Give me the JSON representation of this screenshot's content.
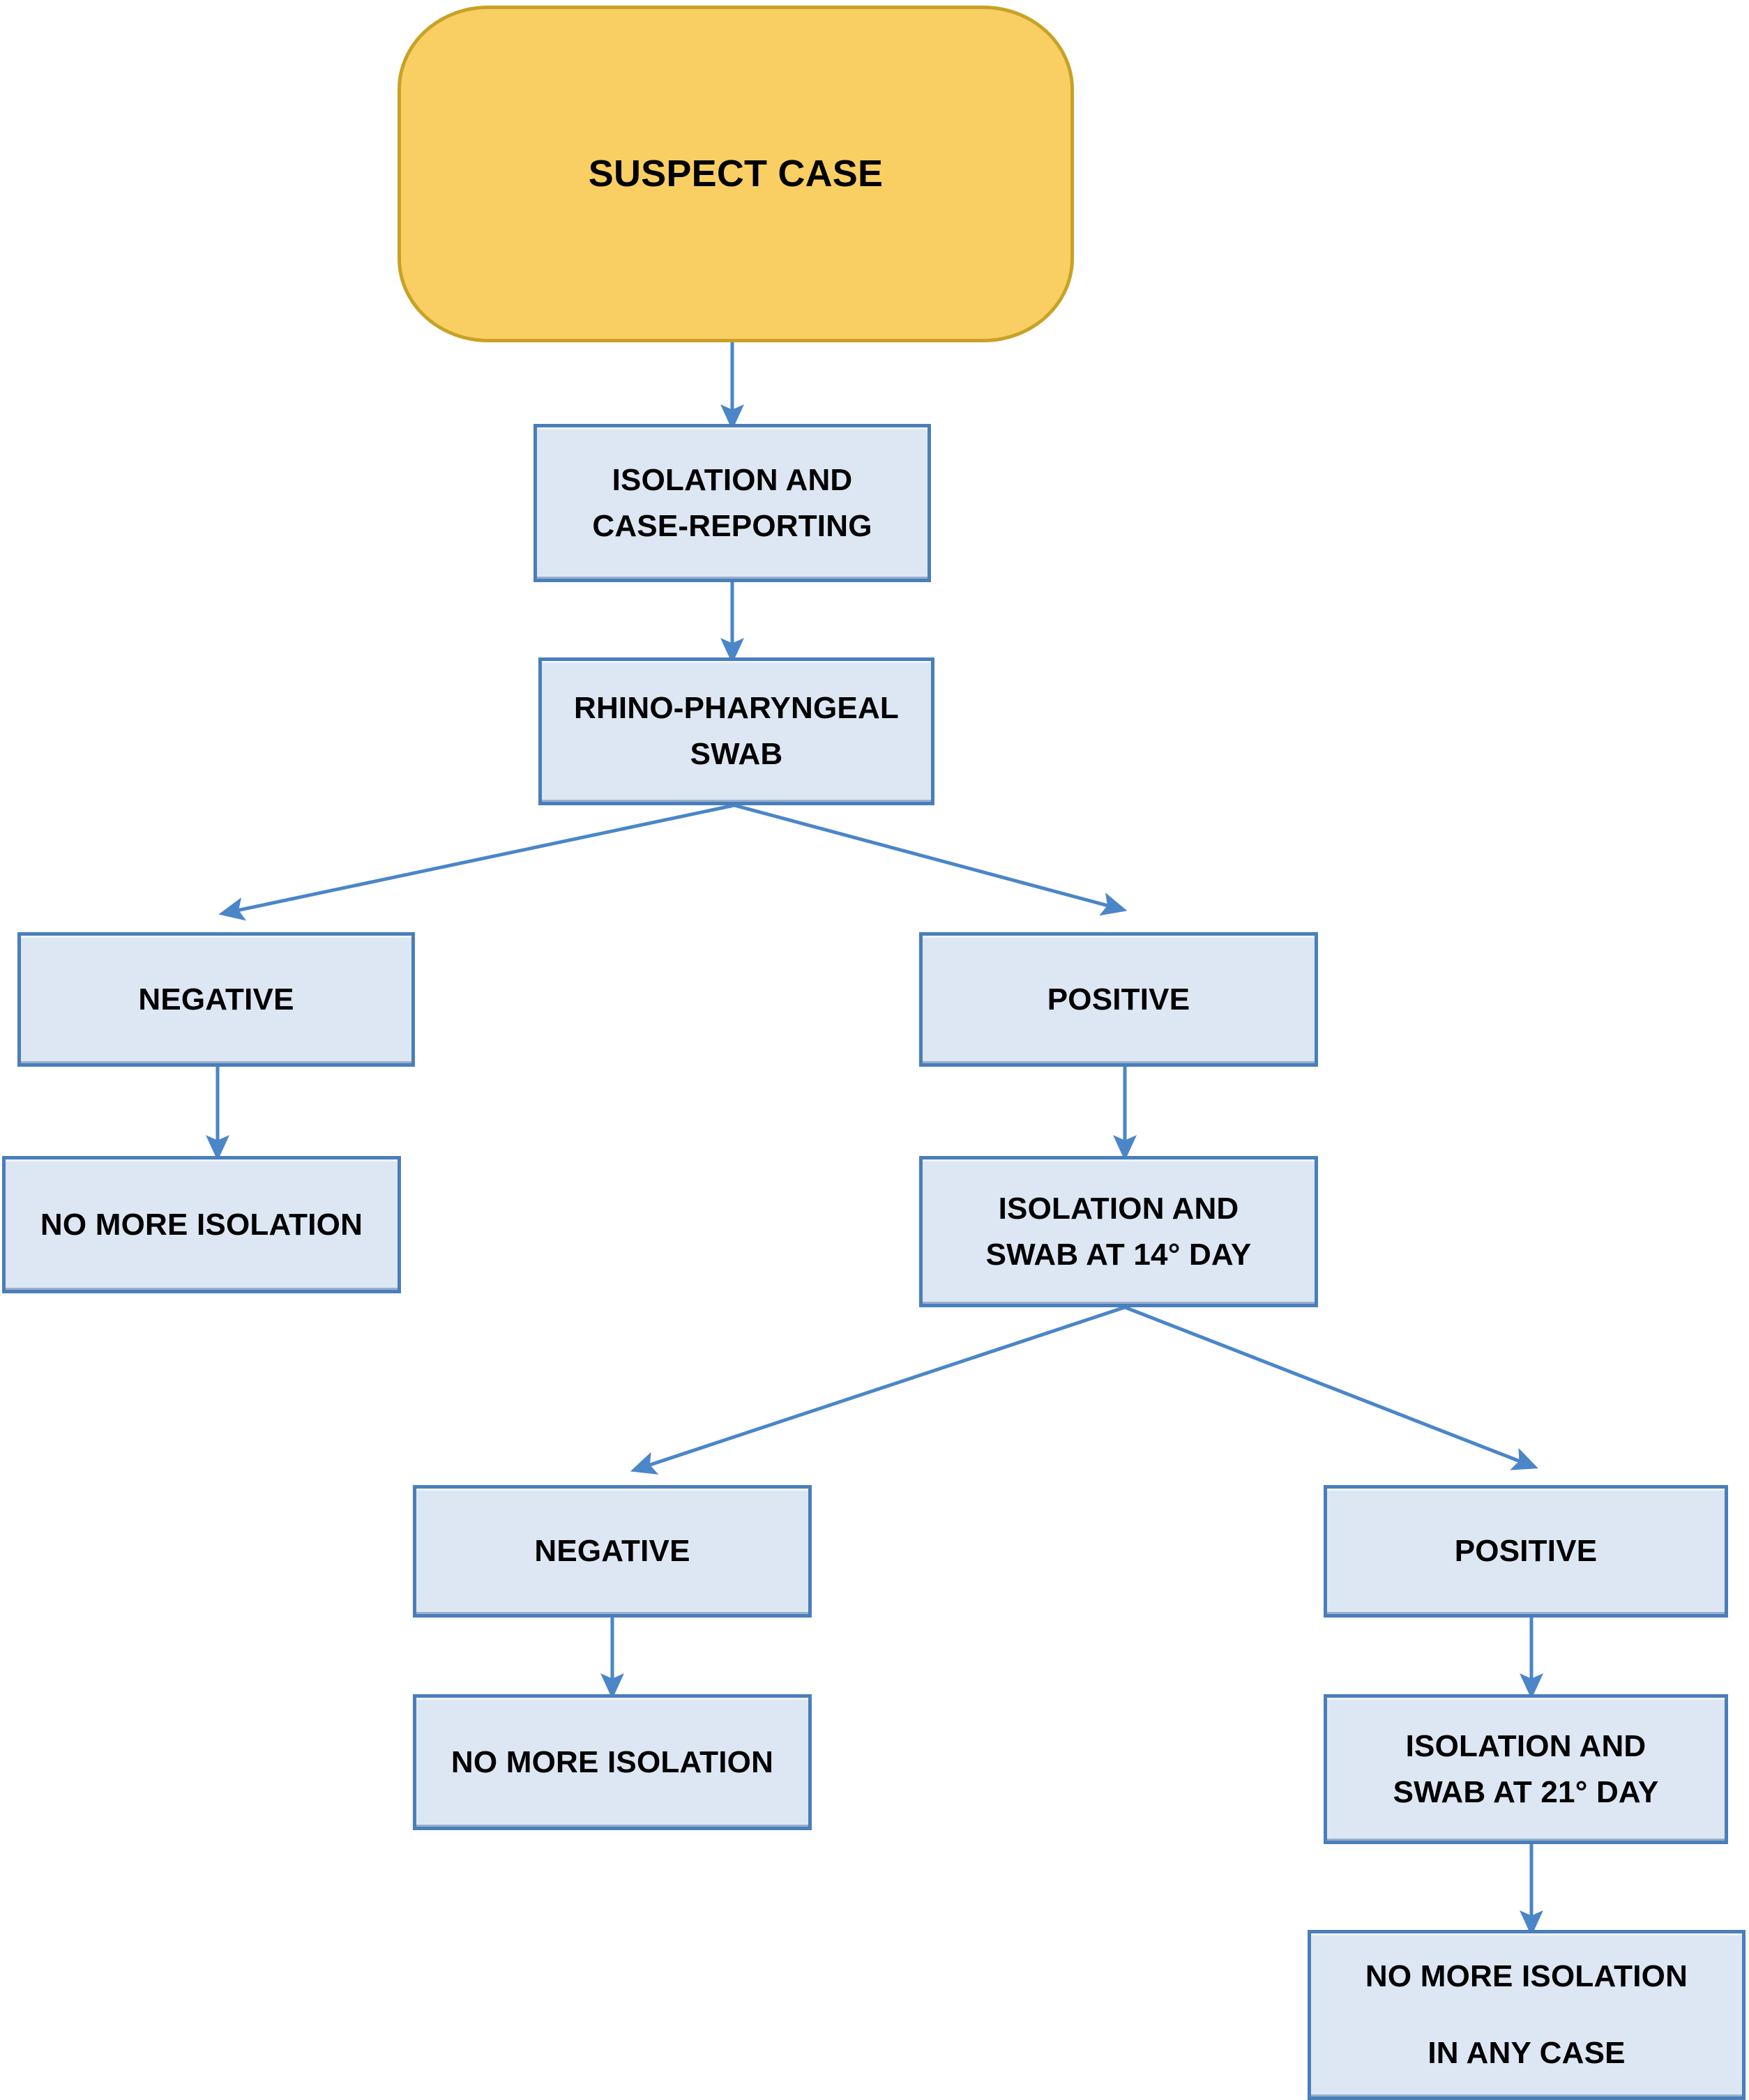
{
  "diagram": {
    "title": "COVID-19 suspect case management flowchart",
    "colors": {
      "terminal_fill": "#f9cf63",
      "terminal_border": "#c8a227",
      "process_fill": "#dce7f3",
      "process_border": "#4a7ebb",
      "arrow": "#4a86c8",
      "text": "#000000",
      "background": "#ffffff"
    },
    "nodes": [
      {
        "id": "suspect-case",
        "shape": "rounded-terminal",
        "lines": [
          "SUSPECT CASE"
        ]
      },
      {
        "id": "isolation-and-case-reporting",
        "shape": "rect",
        "lines": [
          "ISOLATION AND",
          "CASE-REPORTING"
        ]
      },
      {
        "id": "rhino-pharyngeal-swab",
        "shape": "rect",
        "lines": [
          "RHINO-PHARYNGEAL",
          "SWAB"
        ]
      },
      {
        "id": "negative-1",
        "shape": "rect",
        "lines": [
          "NEGATIVE"
        ]
      },
      {
        "id": "positive-1",
        "shape": "rect",
        "lines": [
          "POSITIVE"
        ]
      },
      {
        "id": "no-more-isolation-1",
        "shape": "rect",
        "lines": [
          "NO MORE ISOLATION"
        ]
      },
      {
        "id": "isolation-and-swab-14",
        "shape": "rect",
        "lines": [
          "ISOLATION AND",
          "SWAB AT 14° DAY"
        ]
      },
      {
        "id": "negative-2",
        "shape": "rect",
        "lines": [
          "NEGATIVE"
        ]
      },
      {
        "id": "positive-2",
        "shape": "rect",
        "lines": [
          "POSITIVE"
        ]
      },
      {
        "id": "no-more-isolation-2",
        "shape": "rect",
        "lines": [
          "NO MORE ISOLATION"
        ]
      },
      {
        "id": "isolation-and-swab-21",
        "shape": "rect",
        "lines": [
          "ISOLATION AND",
          "SWAB AT 21° DAY"
        ]
      },
      {
        "id": "no-more-isolation-any-case",
        "shape": "rect",
        "lines": [
          "NO MORE ISOLATION",
          "IN ANY CASE"
        ]
      }
    ],
    "edges": [
      {
        "from": "suspect-case",
        "to": "isolation-and-case-reporting",
        "label": ""
      },
      {
        "from": "isolation-and-case-reporting",
        "to": "rhino-pharyngeal-swab",
        "label": ""
      },
      {
        "from": "rhino-pharyngeal-swab",
        "to": "negative-1",
        "label": ""
      },
      {
        "from": "rhino-pharyngeal-swab",
        "to": "positive-1",
        "label": ""
      },
      {
        "from": "negative-1",
        "to": "no-more-isolation-1",
        "label": ""
      },
      {
        "from": "positive-1",
        "to": "isolation-and-swab-14",
        "label": ""
      },
      {
        "from": "isolation-and-swab-14",
        "to": "negative-2",
        "label": ""
      },
      {
        "from": "isolation-and-swab-14",
        "to": "positive-2",
        "label": ""
      },
      {
        "from": "negative-2",
        "to": "no-more-isolation-2",
        "label": ""
      },
      {
        "from": "positive-2",
        "to": "isolation-and-swab-21",
        "label": ""
      },
      {
        "from": "isolation-and-swab-21",
        "to": "no-more-isolation-any-case",
        "label": ""
      }
    ],
    "node_text": {
      "suspect_case": "SUSPECT CASE",
      "isolation_l1": "ISOLATION AND",
      "isolation_l2": "CASE-REPORTING",
      "swab_l1": "RHINO-PHARYNGEAL",
      "swab_l2": "SWAB",
      "negative_1": "NEGATIVE",
      "positive_1": "POSITIVE",
      "no_more_isolation_1": "NO MORE ISOLATION",
      "swab14_l1": "ISOLATION AND",
      "swab14_l2": "SWAB AT 14° DAY",
      "negative_2": "NEGATIVE",
      "positive_2": "POSITIVE",
      "no_more_isolation_2": "NO MORE ISOLATION",
      "swab21_l1": "ISOLATION AND",
      "swab21_l2": "SWAB AT 21° DAY",
      "final_l1": "NO MORE ISOLATION",
      "final_l2": "IN ANY CASE"
    }
  }
}
